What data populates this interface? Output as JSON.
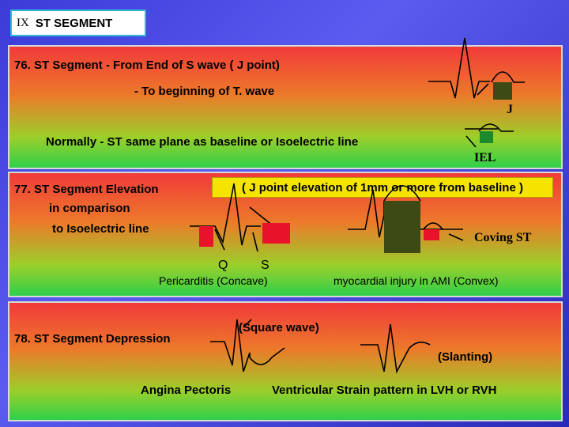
{
  "title": {
    "roman": "IX",
    "text": "ST SEGMENT"
  },
  "section76": {
    "line1": "76.  ST Segment  -   From End of S wave  ( J point)",
    "line2": "-  To beginning of T. wave",
    "normally": "Normally - ST same plane as baseline or Isoelectric line",
    "label_j": "J",
    "label_iel": "IEL"
  },
  "section77": {
    "line1": "77.  ST Segment Elevation",
    "line2": "in comparison",
    "line3": "to Isoelectric line",
    "banner": "( J point elevation of 1mm or more from baseline )",
    "label_q": "Q",
    "label_s": "S",
    "pericarditis": "Pericarditis  (Concave)",
    "myocardial": "myocardial injury in AMI  (Convex)",
    "coving": "Coving ST"
  },
  "section78": {
    "line1": "78.  ST Segment Depression",
    "square": "(Square wave)",
    "slanting": "(Slanting)",
    "angina": "Angina Pectoris",
    "strain": "Ventricular Strain pattern in LVH or RVH"
  },
  "colors": {
    "st_red": "#e8122a",
    "st_green": "#1b8a2a",
    "st_dark": "#3d4a16"
  }
}
